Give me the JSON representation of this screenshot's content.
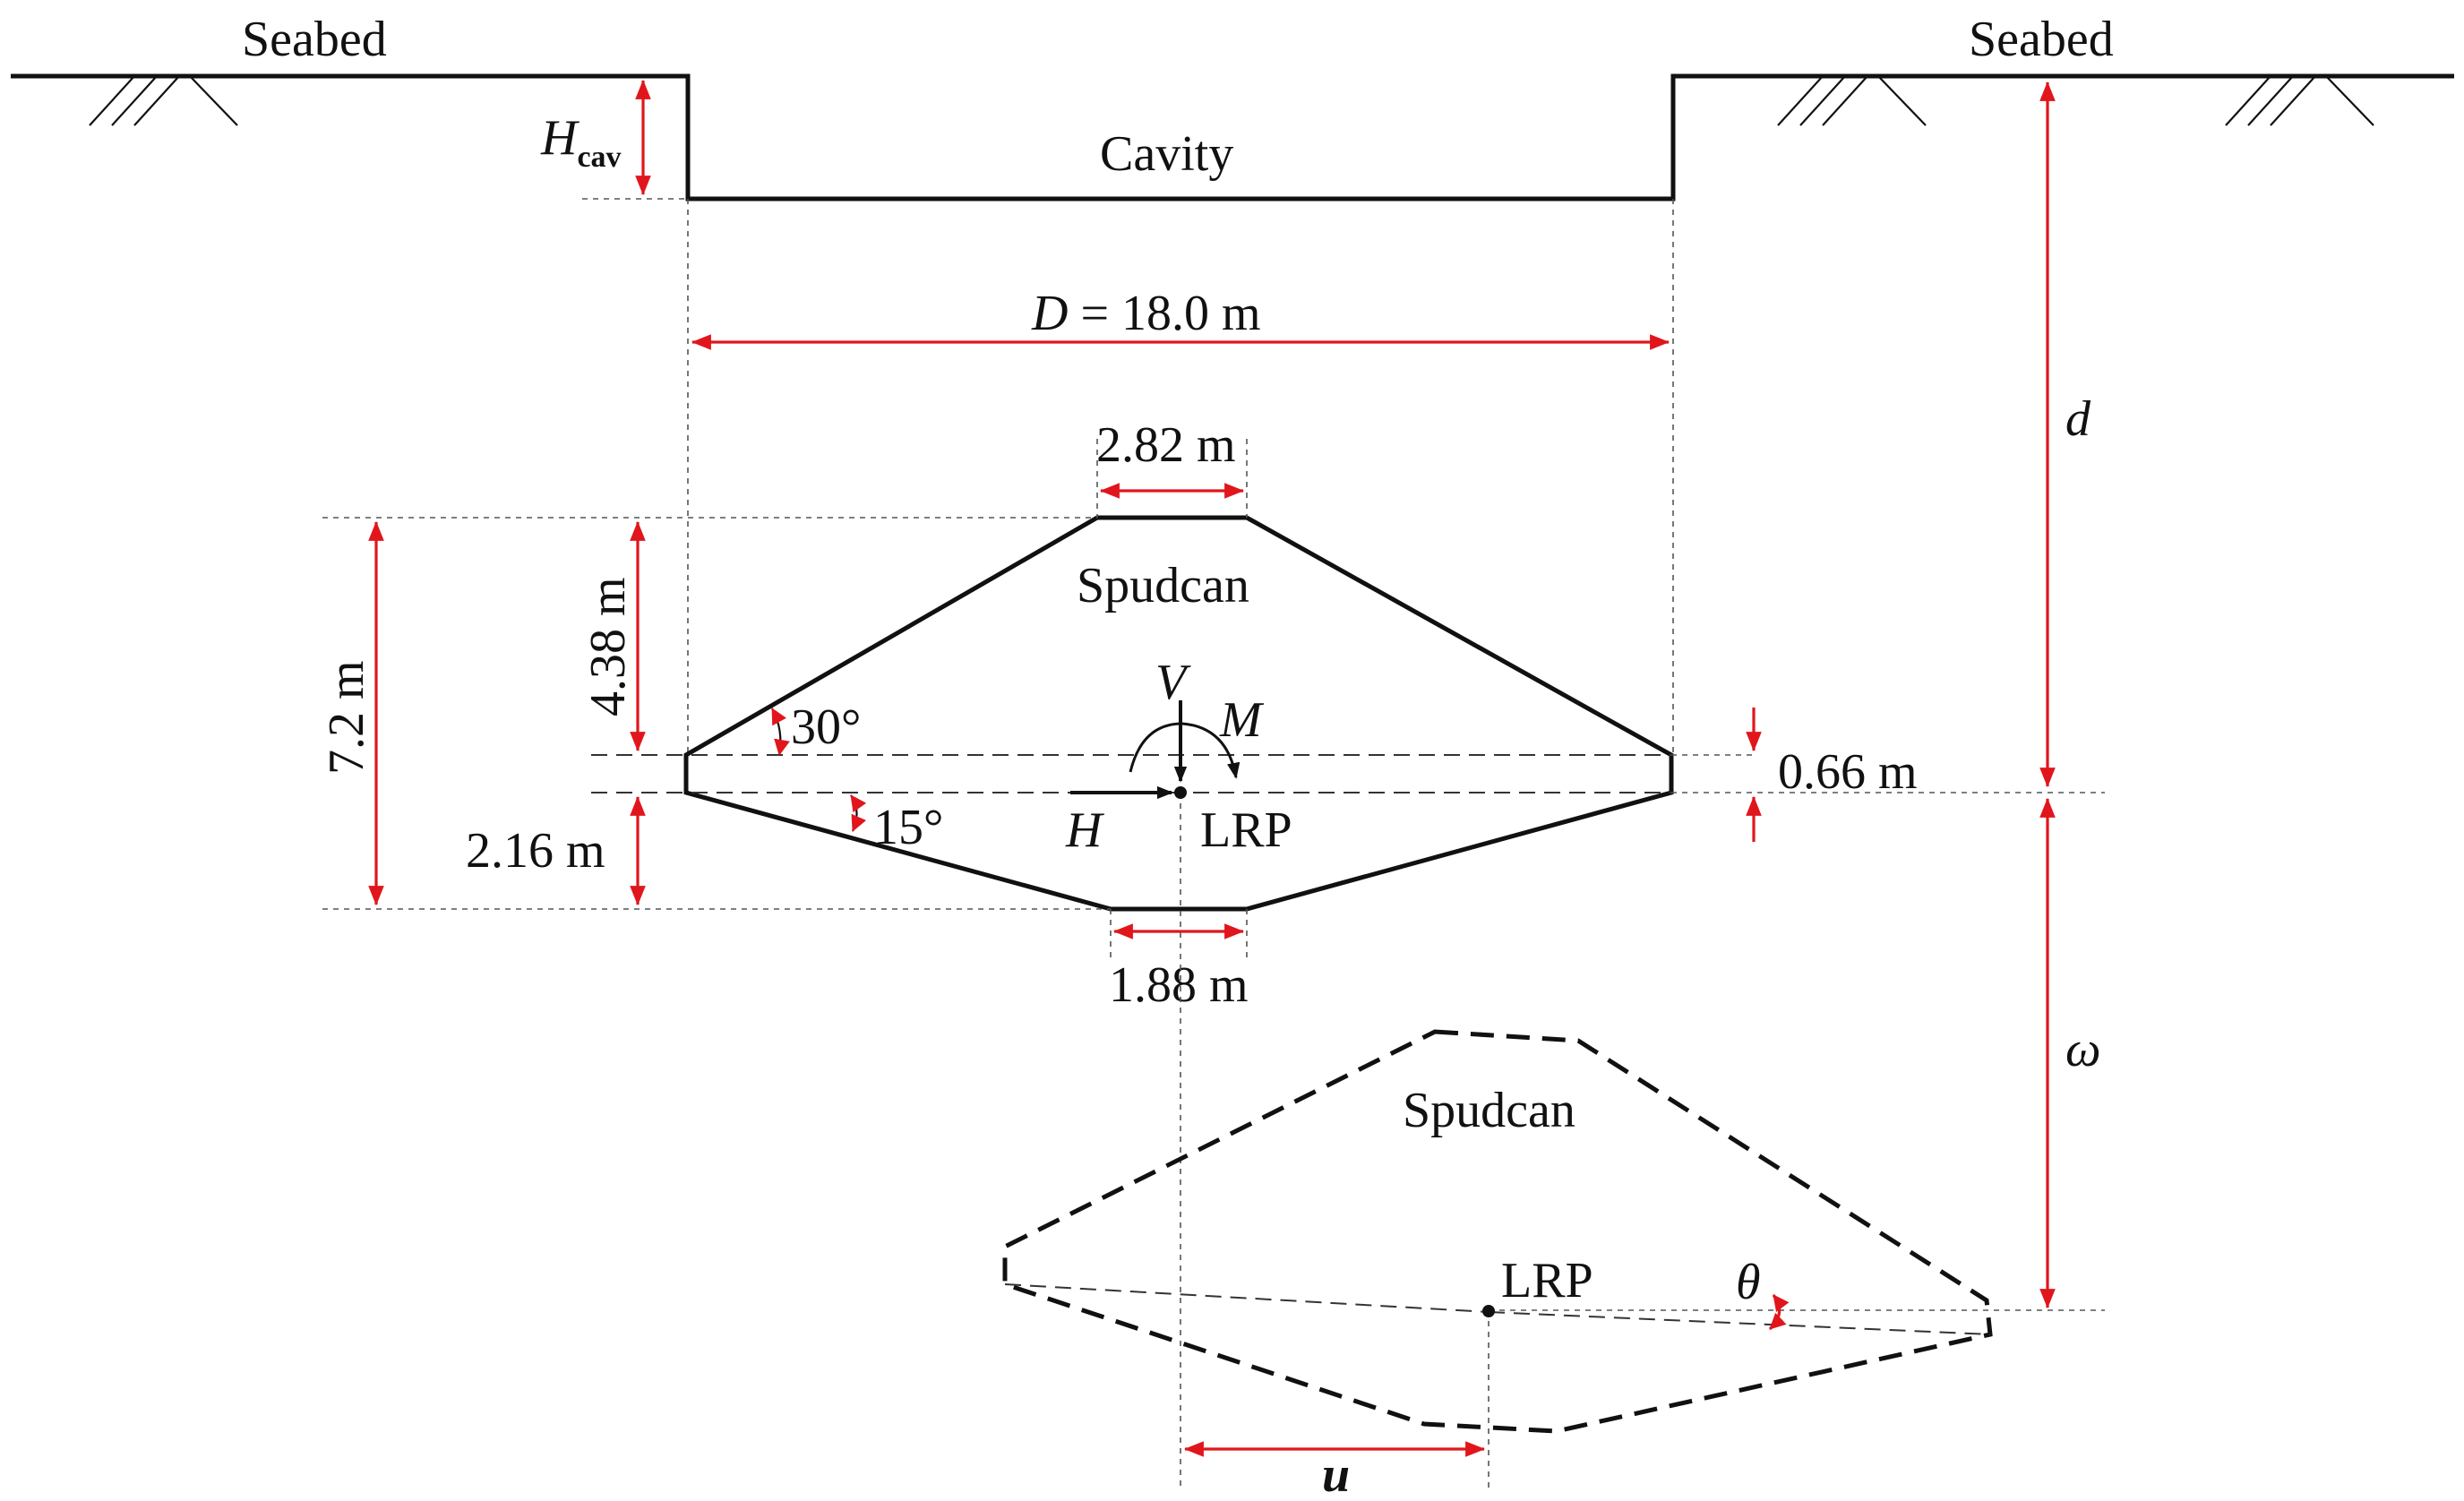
{
  "labels": {
    "seabed_left": "Seabed",
    "seabed_right": "Seabed",
    "cavity": "Cavity",
    "h_cav_main": "H",
    "h_cav_sub": "cav",
    "diameter_var": "D",
    "diameter_value": " = 18.0 m",
    "depth": "d",
    "top_width": "2.82 m",
    "bottom_width": "1.88 m",
    "upper_height": "4.38 m",
    "total_height": "7.2 m",
    "lower_height": "2.16 m",
    "rim_height": "0.66 m",
    "angle_top": "30°",
    "angle_bottom": "15°",
    "spudcan": "Spudcan",
    "spudcan_displaced": "Spudcan",
    "load_v": "V",
    "load_m": "M",
    "load_h": "H",
    "lrp": "LRP",
    "lrp_displaced": "LRP",
    "omega": "ω",
    "theta": "θ",
    "u": "u"
  },
  "colors": {
    "outline": "#111111",
    "dimension": "#e0161c",
    "guide": "#555555"
  }
}
